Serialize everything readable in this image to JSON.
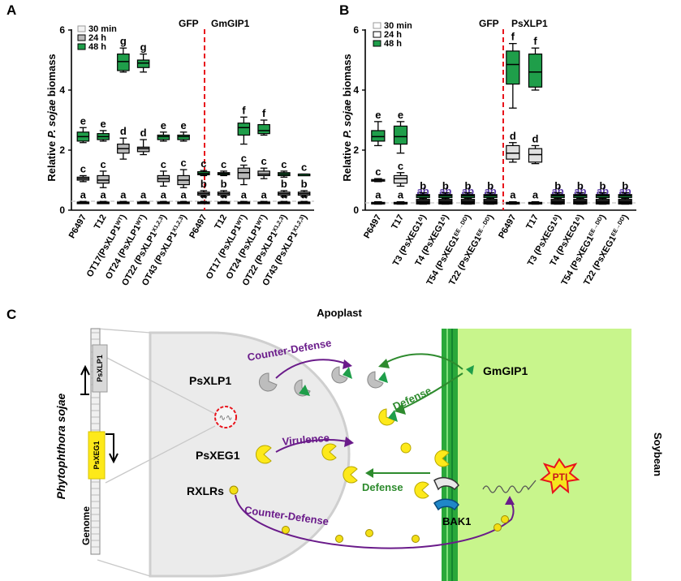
{
  "panelA": {
    "label": "A",
    "ylabel_pre": "Relative ",
    "ylabel_ital": "P. sojae",
    "ylabel_post": " biomass",
    "yticks": [
      "0",
      "2",
      "4",
      "6"
    ],
    "legend": [
      "30 min",
      "24 h",
      "48 h"
    ],
    "gfp_label": "GFP",
    "transgene_label": "GmGIP1",
    "xlabels": [
      {
        "base": "P6497",
        "sup": ""
      },
      {
        "base": "T12",
        "sup": ""
      },
      {
        "base": "OT17(PsXLP1",
        "sup": "WT",
        "tail": ")"
      },
      {
        "base": "OT24 (PsXLP1",
        "sup": "WT",
        "tail": ")"
      },
      {
        "base": "OT22 (PsXLP1",
        "sup": "X1,2,3",
        "tail": ")"
      },
      {
        "base": "OT43 (PsXLP1",
        "sup": "X1,2,3",
        "tail": ")"
      },
      {
        "base": "P6497",
        "sup": ""
      },
      {
        "base": "T12",
        "sup": ""
      },
      {
        "base": "OT17 (PsXLP1",
        "sup": "WT",
        "tail": ")"
      },
      {
        "base": "OT24 (PsXLP1",
        "sup": "WT",
        "tail": ")"
      },
      {
        "base": "OT22 (PsXLP1",
        "sup": "X1,2,3",
        "tail": ")"
      },
      {
        "base": "OT43 (PsXLP1",
        "sup": "X1,2,3",
        "tail": ")"
      }
    ]
  },
  "panelB": {
    "label": "B",
    "ylabel_pre": "Relative ",
    "ylabel_ital": "P. sojae",
    "ylabel_post": " biomass",
    "yticks": [
      "0",
      "2",
      "4",
      "6"
    ],
    "legend": [
      "30 min",
      "24 h",
      "48 h"
    ],
    "gfp_label": "GFP",
    "transgene_label": "PsXLP1",
    "xlabels": [
      {
        "base": "P6497",
        "sup": ""
      },
      {
        "base": "T17",
        "sup": ""
      },
      {
        "base": "T3 (PsXEG1",
        "sup": "Δ",
        "tail": ")"
      },
      {
        "base": "T4 (PsXEG1",
        "sup": "Δ",
        "tail": ")"
      },
      {
        "base": "T54 (PsXEG1",
        "sup": "EE→DD",
        "tail": ")"
      },
      {
        "base": "T22 (PsXEG1",
        "sup": "EE→DD",
        "tail": ")"
      },
      {
        "base": "P6497",
        "sup": ""
      },
      {
        "base": "T17",
        "sup": ""
      },
      {
        "base": "T3 (PsXEG1",
        "sup": "Δ",
        "tail": ")"
      },
      {
        "base": "T4 (PsXEG1",
        "sup": "Δ",
        "tail": ")"
      },
      {
        "base": "T54 (PsXEG1",
        "sup": "EE→DD",
        "tail": ")"
      },
      {
        "base": "T22 (PsXEG1",
        "sup": "EE→DD",
        "tail": ")"
      }
    ]
  },
  "chart_data": [
    {
      "type": "box",
      "panel": "A",
      "ylabel": "Relative P. sojae biomass",
      "ylim": [
        0,
        6
      ],
      "categories": [
        "P6497",
        "T12",
        "OT17(PsXLP1WT)",
        "OT24 (PsXLP1WT)",
        "OT22 (PsXLP1X1,2,3)",
        "OT43 (PsXLP1X1,2,3)",
        "P6497",
        "T12",
        "OT17 (PsXLP1WT)",
        "OT24 (PsXLP1WT)",
        "OT22 (PsXLP1X1,2,3)",
        "OT43 (PsXLP1X1,2,3)"
      ],
      "groups": [
        "GFP",
        "GmGIP1"
      ],
      "series": [
        {
          "name": "30 min",
          "color": "#e6e6e6",
          "boxes": [
            [
              0.22,
              0.24,
              0.25,
              0.27,
              0.29
            ],
            [
              0.22,
              0.24,
              0.25,
              0.27,
              0.29
            ],
            [
              0.22,
              0.24,
              0.25,
              0.27,
              0.29
            ],
            [
              0.22,
              0.24,
              0.25,
              0.27,
              0.29
            ],
            [
              0.22,
              0.24,
              0.25,
              0.27,
              0.29
            ],
            [
              0.22,
              0.24,
              0.25,
              0.27,
              0.29
            ],
            [
              0.22,
              0.24,
              0.25,
              0.27,
              0.29
            ],
            [
              0.22,
              0.24,
              0.25,
              0.27,
              0.29
            ],
            [
              0.22,
              0.24,
              0.25,
              0.27,
              0.29
            ],
            [
              0.22,
              0.24,
              0.25,
              0.27,
              0.29
            ],
            [
              0.22,
              0.24,
              0.25,
              0.27,
              0.29
            ],
            [
              0.22,
              0.24,
              0.25,
              0.27,
              0.29
            ]
          ],
          "letters": [
            "a",
            "a",
            "a",
            "a",
            "a",
            "a",
            "a",
            "a",
            "a",
            "a",
            "a",
            "a"
          ]
        },
        {
          "name": "24 h",
          "color": "#b8b8b8",
          "boxes": [
            [
              0.95,
              1.0,
              1.05,
              1.1,
              1.15
            ],
            [
              0.75,
              0.9,
              1.0,
              1.15,
              1.3
            ],
            [
              1.7,
              1.9,
              2.05,
              2.2,
              2.4
            ],
            [
              1.85,
              1.95,
              2.05,
              2.1,
              2.35
            ],
            [
              0.8,
              0.95,
              1.05,
              1.15,
              1.3
            ],
            [
              0.75,
              0.85,
              1.0,
              1.15,
              1.35
            ],
            [
              0.45,
              0.5,
              0.55,
              0.6,
              0.65
            ],
            [
              0.45,
              0.5,
              0.55,
              0.6,
              0.65
            ],
            [
              0.85,
              1.05,
              1.25,
              1.4,
              1.5
            ],
            [
              1.05,
              1.15,
              1.2,
              1.3,
              1.4
            ],
            [
              0.45,
              0.5,
              0.55,
              0.6,
              0.65
            ],
            [
              0.45,
              0.5,
              0.55,
              0.6,
              0.65
            ]
          ],
          "letters": [
            "c",
            "c",
            "d",
            "d",
            "c",
            "c",
            "b",
            "b",
            "c",
            "c",
            "b",
            "b"
          ]
        },
        {
          "name": "48 h",
          "color": "#1f9e4a",
          "boxes": [
            [
              2.25,
              2.3,
              2.45,
              2.6,
              2.75
            ],
            [
              2.3,
              2.35,
              2.45,
              2.55,
              2.65
            ],
            [
              4.6,
              4.65,
              4.95,
              5.2,
              5.4
            ],
            [
              4.6,
              4.75,
              4.9,
              5.0,
              5.2
            ],
            [
              2.3,
              2.35,
              2.45,
              2.5,
              2.6
            ],
            [
              2.3,
              2.35,
              2.45,
              2.5,
              2.6
            ],
            [
              1.15,
              1.18,
              1.22,
              1.28,
              1.32
            ],
            [
              1.15,
              1.18,
              1.22,
              1.25,
              1.3
            ],
            [
              2.2,
              2.5,
              2.75,
              2.9,
              3.1
            ],
            [
              2.5,
              2.55,
              2.65,
              2.85,
              3.0
            ],
            [
              1.1,
              1.15,
              1.2,
              1.25,
              1.3
            ],
            [
              1.2,
              1.2,
              1.2,
              1.2,
              1.2
            ]
          ],
          "letters": [
            "e",
            "e",
            "g",
            "g",
            "e",
            "e",
            "c",
            "c",
            "f",
            "f",
            "c",
            "c"
          ]
        }
      ]
    },
    {
      "type": "box",
      "panel": "B",
      "ylabel": "Relative P. sojae biomass",
      "ylim": [
        0,
        6
      ],
      "categories": [
        "P6497",
        "T17",
        "T3 (PsXEG1Δ)",
        "T4 (PsXEG1Δ)",
        "T54 (PsXEG1EE→DD)",
        "T22 (PsXEG1EE→DD)",
        "P6497",
        "T17",
        "T3 (PsXEG1Δ)",
        "T4 (PsXEG1Δ)",
        "T54 (PsXEG1EE→DD)",
        "T22 (PsXEG1EE→DD)"
      ],
      "groups": [
        "GFP",
        "PsXLP1"
      ],
      "series": [
        {
          "name": "30 min",
          "color": "#e6e6e6",
          "boxes": [
            [
              0.2,
              0.22,
              0.24,
              0.26,
              0.28
            ],
            [
              0.2,
              0.22,
              0.24,
              0.26,
              0.28
            ],
            [
              0.2,
              0.22,
              0.24,
              0.26,
              0.28
            ],
            [
              0.2,
              0.22,
              0.24,
              0.26,
              0.28
            ],
            [
              0.2,
              0.22,
              0.24,
              0.26,
              0.28
            ],
            [
              0.2,
              0.22,
              0.24,
              0.26,
              0.28
            ],
            [
              0.2,
              0.22,
              0.24,
              0.26,
              0.28
            ],
            [
              0.2,
              0.22,
              0.24,
              0.26,
              0.28
            ],
            [
              0.2,
              0.22,
              0.24,
              0.26,
              0.28
            ],
            [
              0.2,
              0.22,
              0.24,
              0.26,
              0.28
            ],
            [
              0.2,
              0.22,
              0.24,
              0.26,
              0.28
            ],
            [
              0.2,
              0.22,
              0.24,
              0.26,
              0.28
            ]
          ],
          "letters": [
            "a",
            "a",
            "a",
            "a",
            "a",
            "a",
            "a",
            "a",
            "a",
            "a",
            "a",
            "a"
          ]
        },
        {
          "name": "24 h",
          "color": "#e0e0e0",
          "boxes": [
            [
              0.95,
              0.98,
              1.0,
              1.02,
              1.05
            ],
            [
              0.8,
              0.9,
              1.05,
              1.15,
              1.25
            ],
            [
              0.25,
              0.28,
              0.32,
              0.36,
              0.4
            ],
            [
              0.25,
              0.28,
              0.32,
              0.36,
              0.4
            ],
            [
              0.25,
              0.28,
              0.32,
              0.36,
              0.4
            ],
            [
              0.25,
              0.28,
              0.32,
              0.36,
              0.4
            ],
            [
              1.6,
              1.7,
              1.9,
              2.15,
              2.25
            ],
            [
              1.55,
              1.6,
              1.85,
              2.05,
              2.15
            ],
            [
              0.25,
              0.28,
              0.32,
              0.36,
              0.4
            ],
            [
              0.25,
              0.28,
              0.32,
              0.36,
              0.4
            ],
            [
              0.25,
              0.28,
              0.32,
              0.36,
              0.4
            ],
            [
              0.25,
              0.28,
              0.32,
              0.36,
              0.4
            ]
          ],
          "letters": [
            "c",
            "c",
            "ab",
            "ab",
            "ab",
            "ab",
            "d",
            "d",
            "ab",
            "ab",
            "ab",
            "ab"
          ]
        },
        {
          "name": "48 h",
          "color": "#1f9e4a",
          "boxes": [
            [
              2.15,
              2.3,
              2.45,
              2.65,
              2.95
            ],
            [
              1.9,
              2.2,
              2.45,
              2.8,
              2.95
            ],
            [
              0.4,
              0.42,
              0.48,
              0.52,
              0.58
            ],
            [
              0.4,
              0.42,
              0.48,
              0.52,
              0.58
            ],
            [
              0.4,
              0.42,
              0.48,
              0.52,
              0.58
            ],
            [
              0.4,
              0.42,
              0.48,
              0.52,
              0.58
            ],
            [
              3.4,
              4.2,
              4.85,
              5.3,
              5.55
            ],
            [
              4.0,
              4.1,
              4.6,
              5.2,
              5.4
            ],
            [
              0.4,
              0.42,
              0.48,
              0.52,
              0.58
            ],
            [
              0.4,
              0.42,
              0.48,
              0.52,
              0.58
            ],
            [
              0.4,
              0.42,
              0.48,
              0.52,
              0.58
            ],
            [
              0.4,
              0.42,
              0.48,
              0.52,
              0.58
            ]
          ],
          "letters": [
            "e",
            "e",
            "b",
            "b",
            "b",
            "b",
            "f",
            "f",
            "b",
            "b",
            "b",
            "b"
          ]
        }
      ]
    }
  ],
  "panelC": {
    "label": "C",
    "apoplast": "Apoplast",
    "soybean": "Soybean",
    "species": "Phytophthora sojae",
    "genome": "Genome",
    "gene1": "PsXLP1",
    "gene2": "PsXEG1",
    "psxlp1": "PsXLP1",
    "psxeg1": "PsXEG1",
    "rxlrs": "RXLRs",
    "gmgip1": "GmGIP1",
    "bak1": "BAK1",
    "pti": "PTI",
    "counter_defense_top": "Counter-Defense",
    "defense_top": "Defense",
    "virulence": "Virulence",
    "defense_bottom": "Defense",
    "counter_defense_bottom": "Counter-Defense",
    "colors": {
      "xeg1": "#f5e61e",
      "xlp1": "#bdbdbd",
      "gip1": "#1f9e4a",
      "purple": "#6a1b8a",
      "green_arrow": "#2e8b2e",
      "soybean": "#c8f58c"
    }
  }
}
